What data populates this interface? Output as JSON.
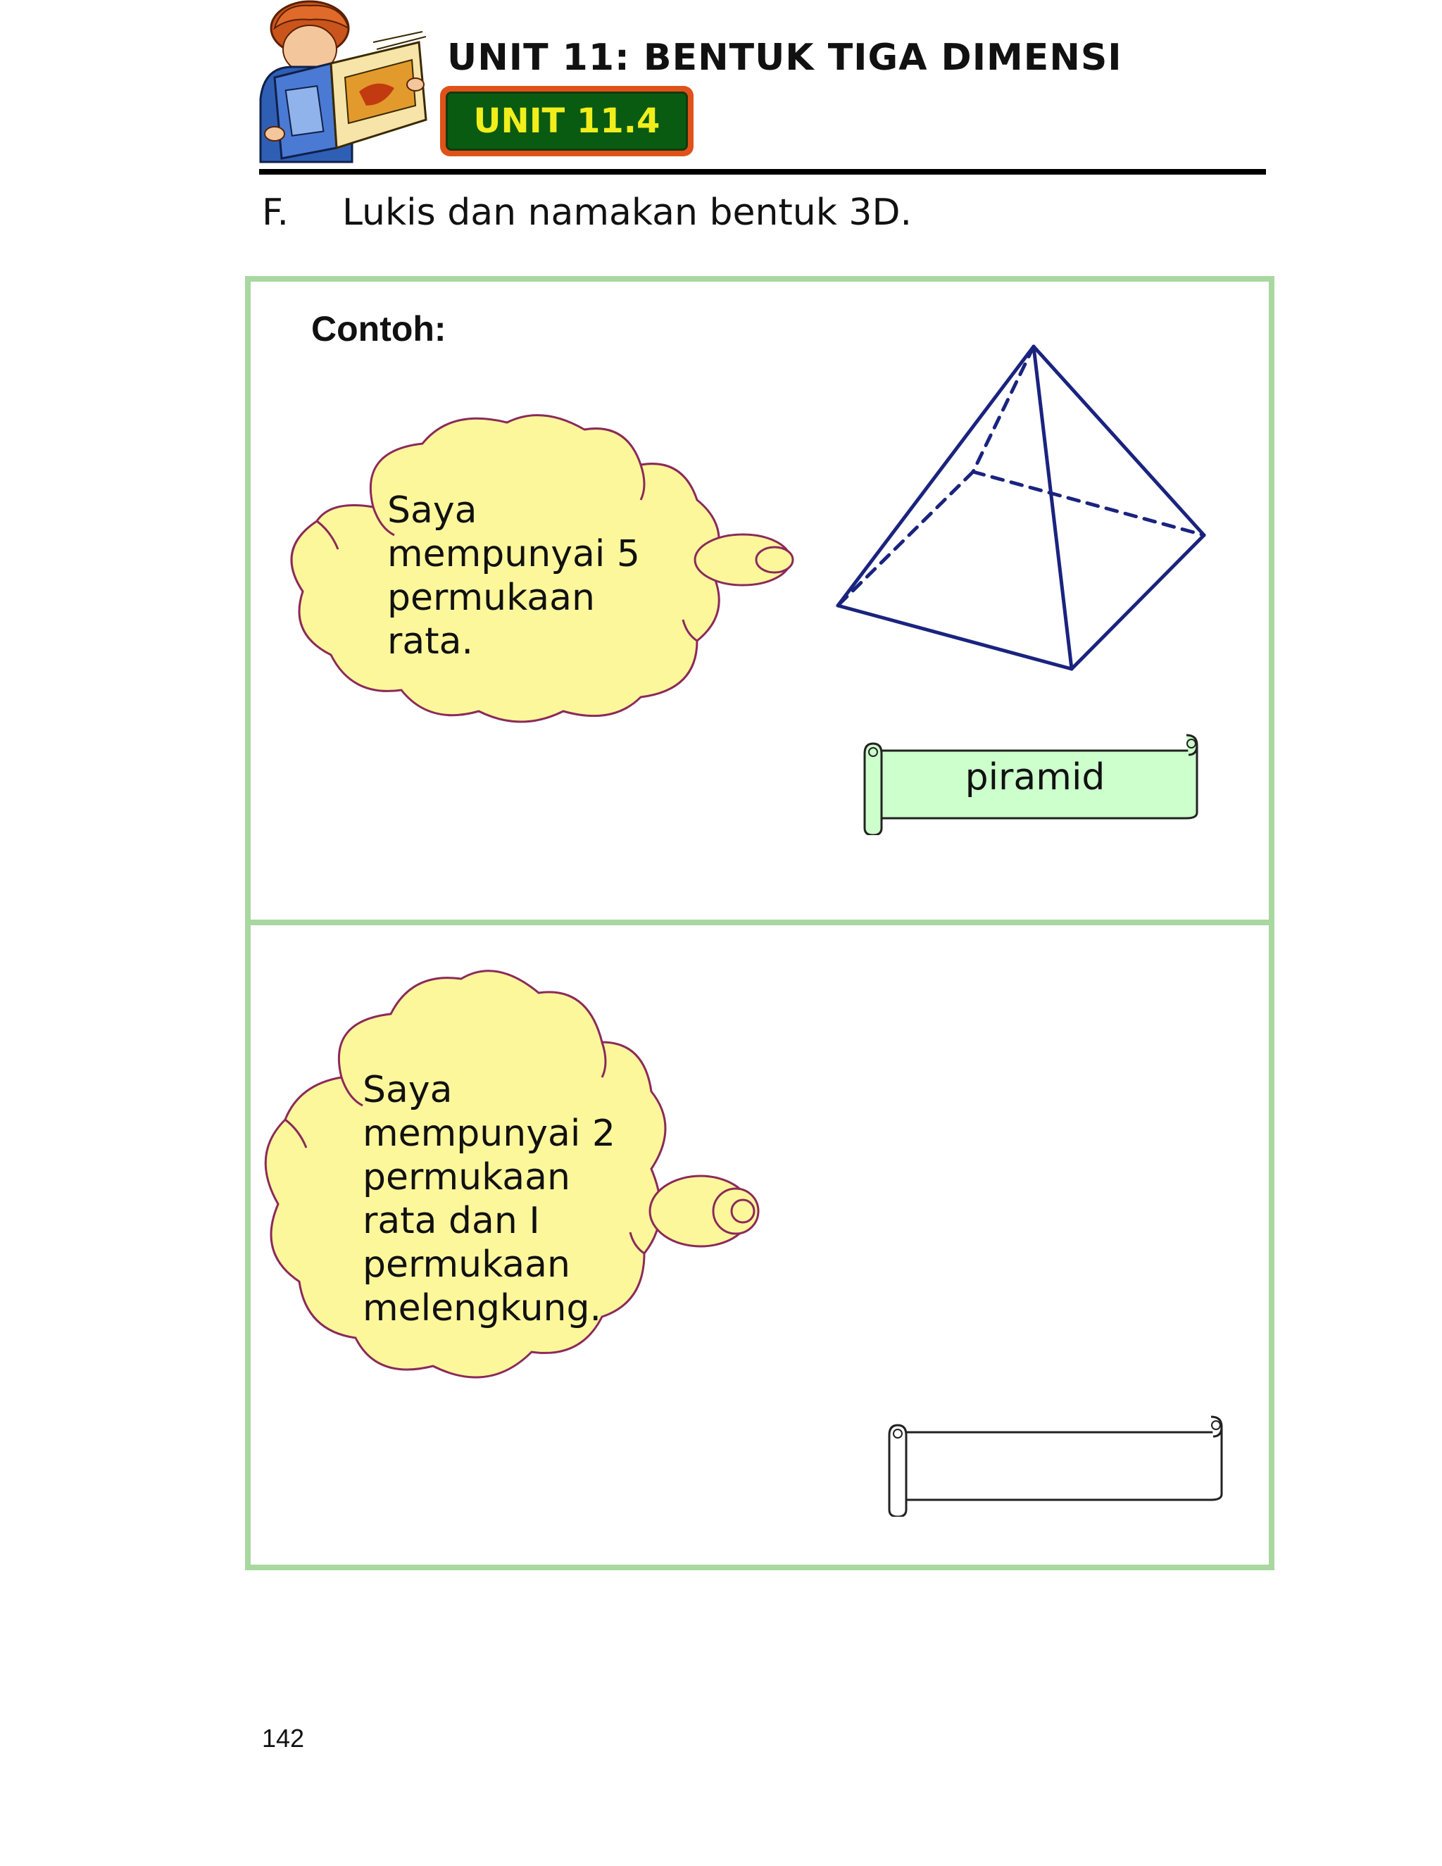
{
  "header": {
    "title": "UNIT 11: BENTUK TIGA DIMENSI",
    "badge": "UNIT 11.4"
  },
  "question": {
    "letter": "F.",
    "instruction": "Lukis dan namakan bentuk 3D."
  },
  "example": {
    "label": "Contoh:",
    "thought": [
      "Saya",
      "mempunyai 5",
      "permukaan",
      "rata."
    ],
    "answer": "piramid"
  },
  "exercise": {
    "thought": [
      "Saya",
      "mempunyai 2",
      "permukaan",
      "rata dan I",
      "permukaan",
      "melengkung."
    ],
    "answer": ""
  },
  "page_number": "142",
  "colors": {
    "badge_outer": "#e0521a",
    "badge_inner": "#0a5b12",
    "badge_text": "#f2ee1c",
    "cloud_fill": "#fdf79c",
    "cloud_stroke": "#8b2a5a",
    "scroll_fill_example": "#ccffcc",
    "pyramid_stroke": "#1a237e",
    "border": "#a8d8a0"
  },
  "icons": {
    "header_illustration": "boy-reading-book-illustration",
    "example_shape": "pyramid-wireframe"
  }
}
